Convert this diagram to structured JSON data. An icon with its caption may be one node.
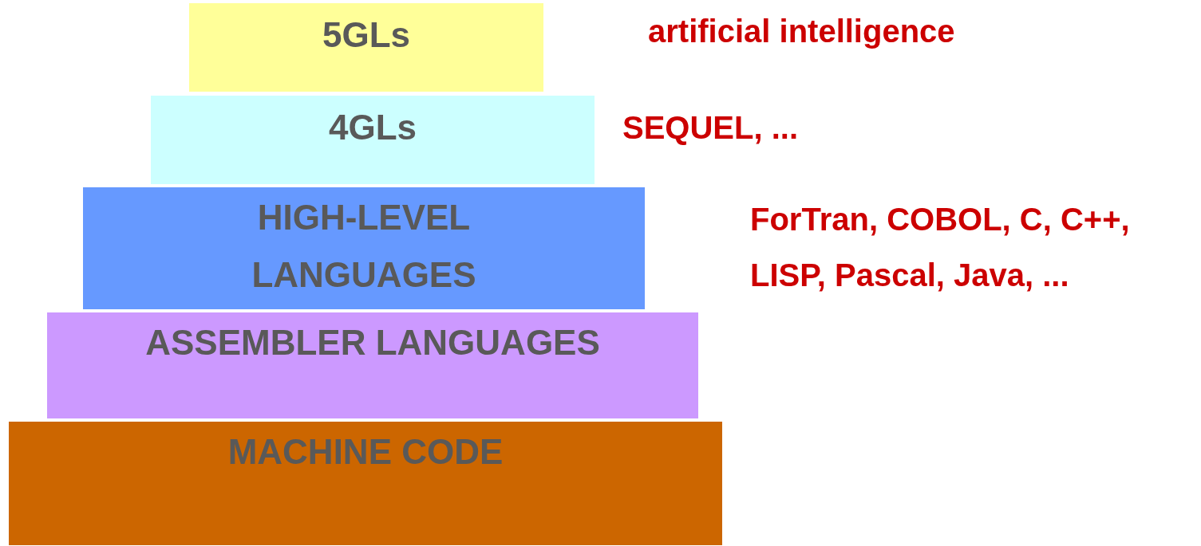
{
  "diagram": {
    "nodes": [
      {
        "text": [
          "5GLs"
        ],
        "beside": [
          "artificial intelligence"
        ]
      },
      {
        "text": [
          "4GLs"
        ],
        "beside": [
          "SEQUEL, ..."
        ]
      },
      {
        "text": [
          "HIGH-LEVEL LANGUAGES"
        ]
      },
      {
        "text": [
          "ASSEMBLER LANGUAGES"
        ]
      },
      {
        "text": [
          "MACHINE CODE"
        ]
      }
    ],
    "labels": [
      "ForTran, COBOL, C, C++, LISP, Pascal, Java, ..."
    ]
  }
}
